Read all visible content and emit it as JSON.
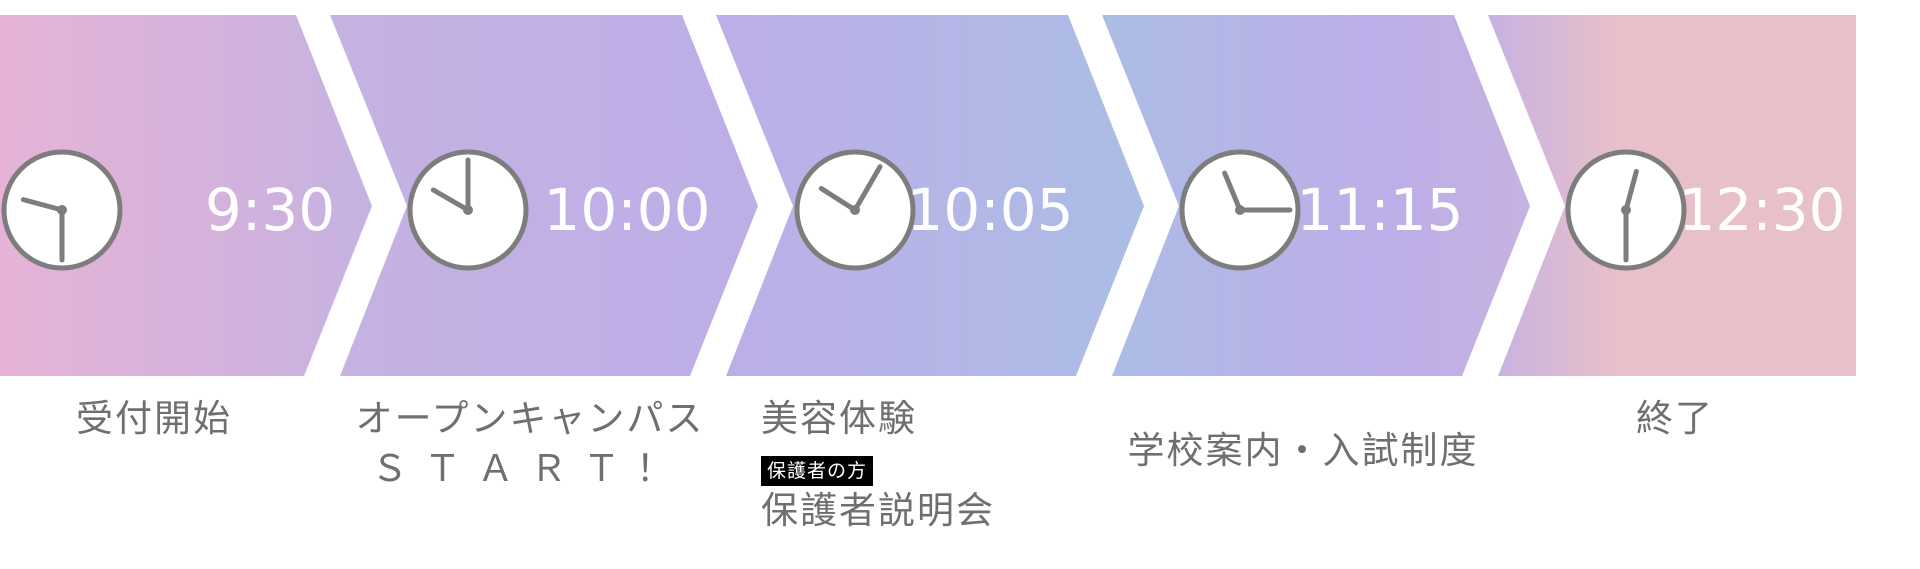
{
  "colors": {
    "pink": "#e6b3d6",
    "lilac": "#c6b2e1",
    "purple": "#bdaee8",
    "blue": "#abbde5",
    "rose": "#e8c0ca",
    "clock_face": "#ffffff",
    "clock_stroke": "#7d7d7d",
    "label_text": "#6f6f6f"
  },
  "steps": [
    {
      "time": "9:30",
      "hour": 9,
      "minute": 30,
      "label_lines": [
        "受付開始"
      ]
    },
    {
      "time": "10:00",
      "hour": 10,
      "minute": 0,
      "label_lines": [
        "オープンキャンパス",
        "ＳＴＡＲＴ！"
      ]
    },
    {
      "time": "10:05",
      "hour": 10,
      "minute": 5,
      "label_lines": [
        "美容体験"
      ],
      "badge": "保護者の方",
      "sub_label": "保護者説明会"
    },
    {
      "time": "11:15",
      "hour": 11,
      "minute": 15,
      "label_lines": [
        "学校案内・入試制度"
      ]
    },
    {
      "time": "12:30",
      "hour": 12,
      "minute": 30,
      "label_lines": [
        "終了"
      ]
    }
  ]
}
